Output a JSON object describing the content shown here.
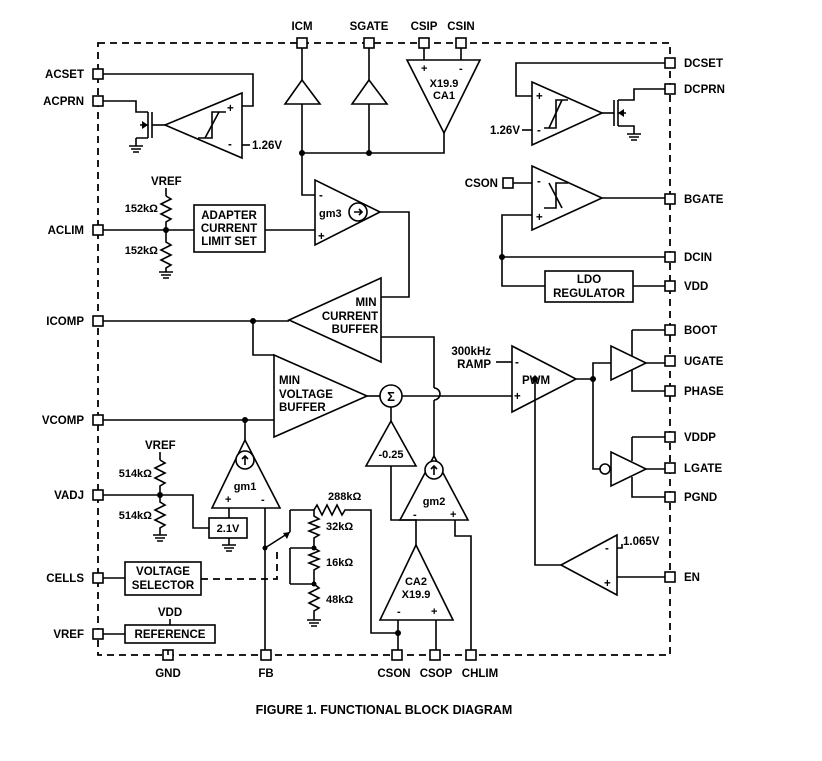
{
  "figure": {
    "caption": "FIGURE 1. FUNCTIONAL BLOCK DIAGRAM"
  },
  "pins": {
    "left": [
      "ACSET",
      "ACPRN",
      "ACLIM",
      "ICOMP",
      "VCOMP",
      "VADJ",
      "CELLS",
      "VREF"
    ],
    "top": [
      "ICM",
      "SGATE",
      "CSIP",
      "CSIN"
    ],
    "right": [
      "DCSET",
      "DCPRN",
      "BGATE",
      "DCIN",
      "VDD",
      "BOOT",
      "UGATE",
      "PHASE",
      "VDDP",
      "LGATE",
      "PGND",
      "EN"
    ],
    "bottom": [
      "GND",
      "FB",
      "CSON",
      "CSOP",
      "CHLIM"
    ],
    "internal": [
      "CSON"
    ]
  },
  "blocks": {
    "ca1": {
      "gain": "X19.9",
      "name": "CA1"
    },
    "ca2": {
      "name": "CA2",
      "gain": "X19.9"
    },
    "gm3": "gm3",
    "gm2": "gm2",
    "gm1": "gm1",
    "adapter": [
      "ADAPTER",
      "CURRENT",
      "LIMIT SET"
    ],
    "min_current": [
      "MIN",
      "CURRENT",
      "BUFFER"
    ],
    "min_voltage": [
      "MIN",
      "VOLTAGE",
      "BUFFER"
    ],
    "pwm": "PWM",
    "ramp": [
      "300kHz",
      "RAMP"
    ],
    "ldo": [
      "LDO",
      "REGULATOR"
    ],
    "voltage_selector": [
      "VOLTAGE",
      "SELECTOR"
    ],
    "reference": "REFERENCE",
    "ref_2v1": "2.1V",
    "neg_gain": "-0.25",
    "sigma": "Σ"
  },
  "labels": {
    "v126_left": "1.26V",
    "v126_right": "1.26V",
    "v1065": "1.065V",
    "vref_aclim": "VREF",
    "vref_vadj": "VREF",
    "vdd_ref": "VDD",
    "r152_top": "152kΩ",
    "r152_bot": "152kΩ",
    "r514_top": "514kΩ",
    "r514_bot": "514kΩ",
    "r288": "288kΩ",
    "r32": "32kΩ",
    "r16": "16kΩ",
    "r48": "48kΩ"
  }
}
